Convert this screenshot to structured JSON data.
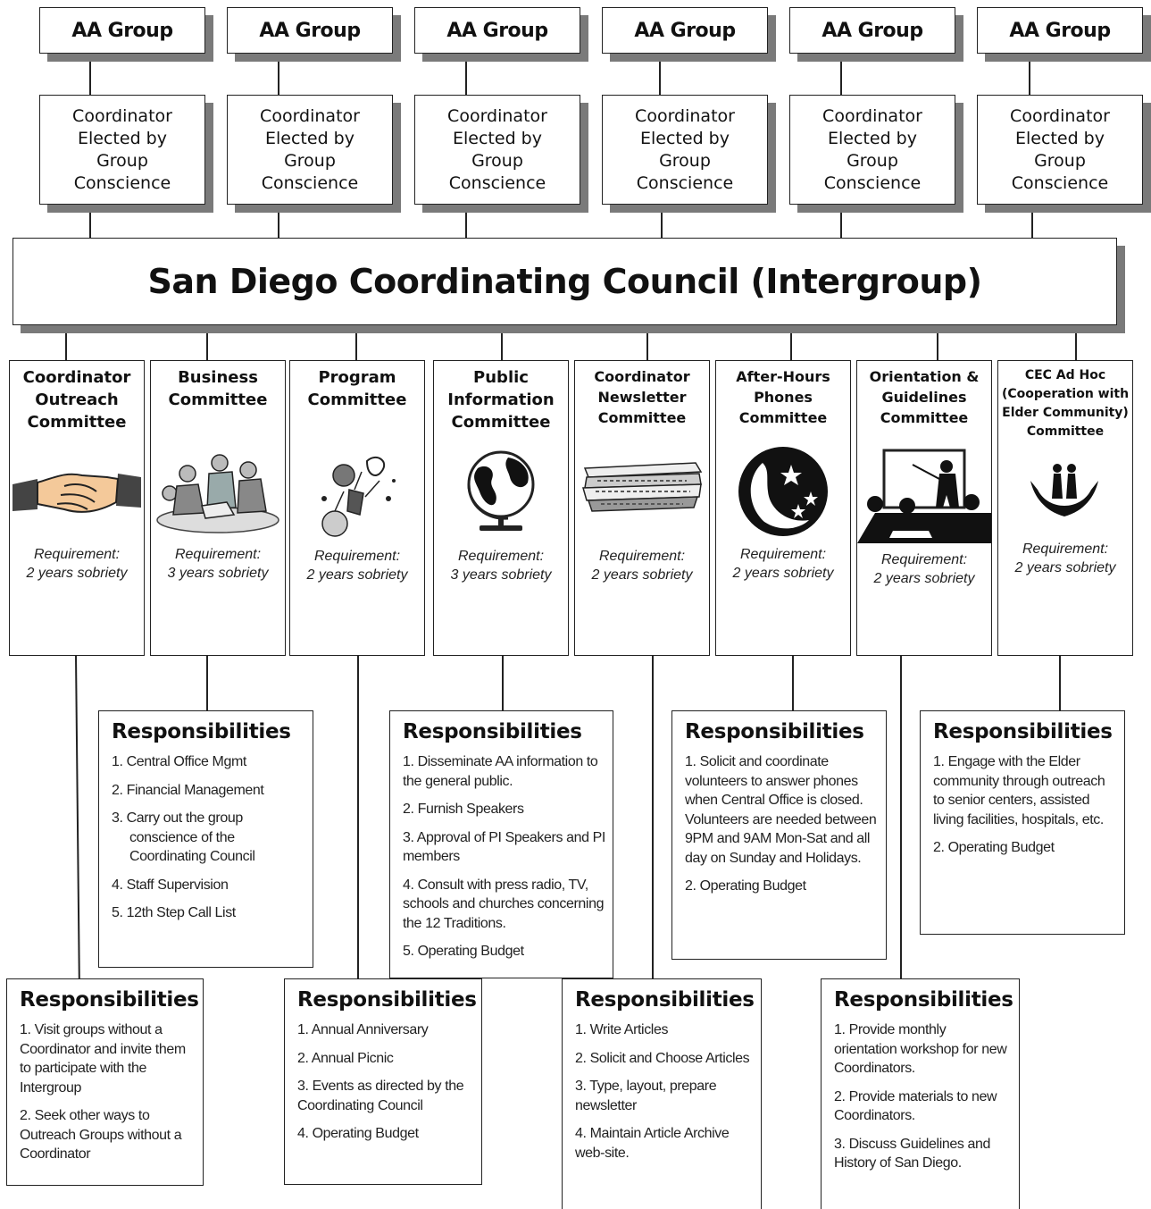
{
  "aa_groups": [
    {
      "label": "AA Group",
      "coordinator": "Coordinator\nElected by\nGroup\nConscience"
    },
    {
      "label": "AA Group",
      "coordinator": "Coordinator\nElected by\nGroup\nConscience"
    },
    {
      "label": "AA Group",
      "coordinator": "Coordinator\nElected by\nGroup\nConscience"
    },
    {
      "label": "AA Group",
      "coordinator": "Coordinator\nElected by\nGroup\nConscience"
    },
    {
      "label": "AA Group",
      "coordinator": "Coordinator\nElected by\nGroup\nConscience"
    },
    {
      "label": "AA Group",
      "coordinator": "Coordinator\nElected by\nGroup\nConscience"
    }
  ],
  "council": {
    "title": "San Diego Coordinating Council (Intergroup)"
  },
  "committees": [
    {
      "title": "Coordinator\nOutreach\nCommittee",
      "requirement": "Requirement:\n2 years sobriety",
      "icon": "handshake-icon",
      "responsibilities": {
        "heading": "Responsibilities",
        "items": [
          "1. Visit groups without a Coordinator and invite them to participate with the Intergroup",
          "2. Seek other ways to Outreach Groups without a Coordinator"
        ]
      }
    },
    {
      "title": "Business\nCommittee",
      "requirement": "Requirement:\n3 years sobriety",
      "icon": "business-meeting-icon",
      "responsibilities": {
        "heading": "Responsibilities",
        "items": [
          "1. Central Office Mgmt",
          "2. Financial Management",
          "3. Carry out the group conscience of the Coordinating Council",
          "4. Staff Supervision",
          "5. 12th Step Call List"
        ]
      }
    },
    {
      "title": "Program\nCommittee",
      "requirement": "Requirement:\n2 years sobriety",
      "icon": "celebration-icon",
      "responsibilities": {
        "heading": "Responsibilities",
        "items": [
          "1. Annual Anniversary",
          "2. Annual Picnic",
          "3. Events as directed by the Coordinating Council",
          "4. Operating Budget"
        ]
      }
    },
    {
      "title": "Public\nInformation\nCommittee",
      "requirement": "Requirement:\n3 years sobriety",
      "icon": "globe-icon",
      "responsibilities": {
        "heading": "Responsibilities",
        "items": [
          "1. Disseminate AA information to the general public.",
          "2. Furnish Speakers",
          "3. Approval of PI Speakers and PI members",
          "4. Consult with press radio, TV, schools and churches concerning the 12 Traditions.",
          "5. Operating Budget"
        ]
      }
    },
    {
      "title": "Coordinator\nNewsletter\nCommittee",
      "requirement": "Requirement:\n2 years sobriety",
      "icon": "newspaper-icon",
      "responsibilities": {
        "heading": "Responsibilities",
        "items": [
          "1. Write Articles",
          "2. Solicit  and Choose Articles",
          "3. Type, layout, prepare newsletter",
          "4. Maintain Article Archive web-site."
        ]
      }
    },
    {
      "title": "After-Hours\nPhones\nCommittee",
      "requirement": "Requirement:\n2 years sobriety",
      "icon": "moon-stars-icon",
      "responsibilities": {
        "heading": "Responsibilities",
        "items": [
          "1. Solicit and coordinate volunteers to answer phones when Central Office is closed. Volunteers are needed between 9PM and 9AM Mon-Sat and all day on Sunday and Holidays.",
          "2. Operating Budget"
        ]
      }
    },
    {
      "title": "Orientation &\nGuidelines\nCommittee",
      "requirement": "Requirement:\n2 years sobriety",
      "icon": "presentation-icon",
      "responsibilities": {
        "heading": "Responsibilities",
        "items": [
          "1. Provide monthly orientation workshop for new Coordinators.",
          "2. Provide materials to new Coordinators.",
          "3. Discuss Guidelines and History of San Diego."
        ]
      }
    },
    {
      "title": "CEC Ad Hoc\n(Cooperation with\nElder Community)\nCommittee",
      "requirement": "Requirement:\n2 years sobriety",
      "icon": "elder-hands-icon",
      "responsibilities": {
        "heading": "Responsibilities",
        "items": [
          "1. Engage with the Elder community through outreach to senior centers, assisted living facilities, hospitals, etc.",
          "2. Operating Budget"
        ]
      }
    }
  ]
}
